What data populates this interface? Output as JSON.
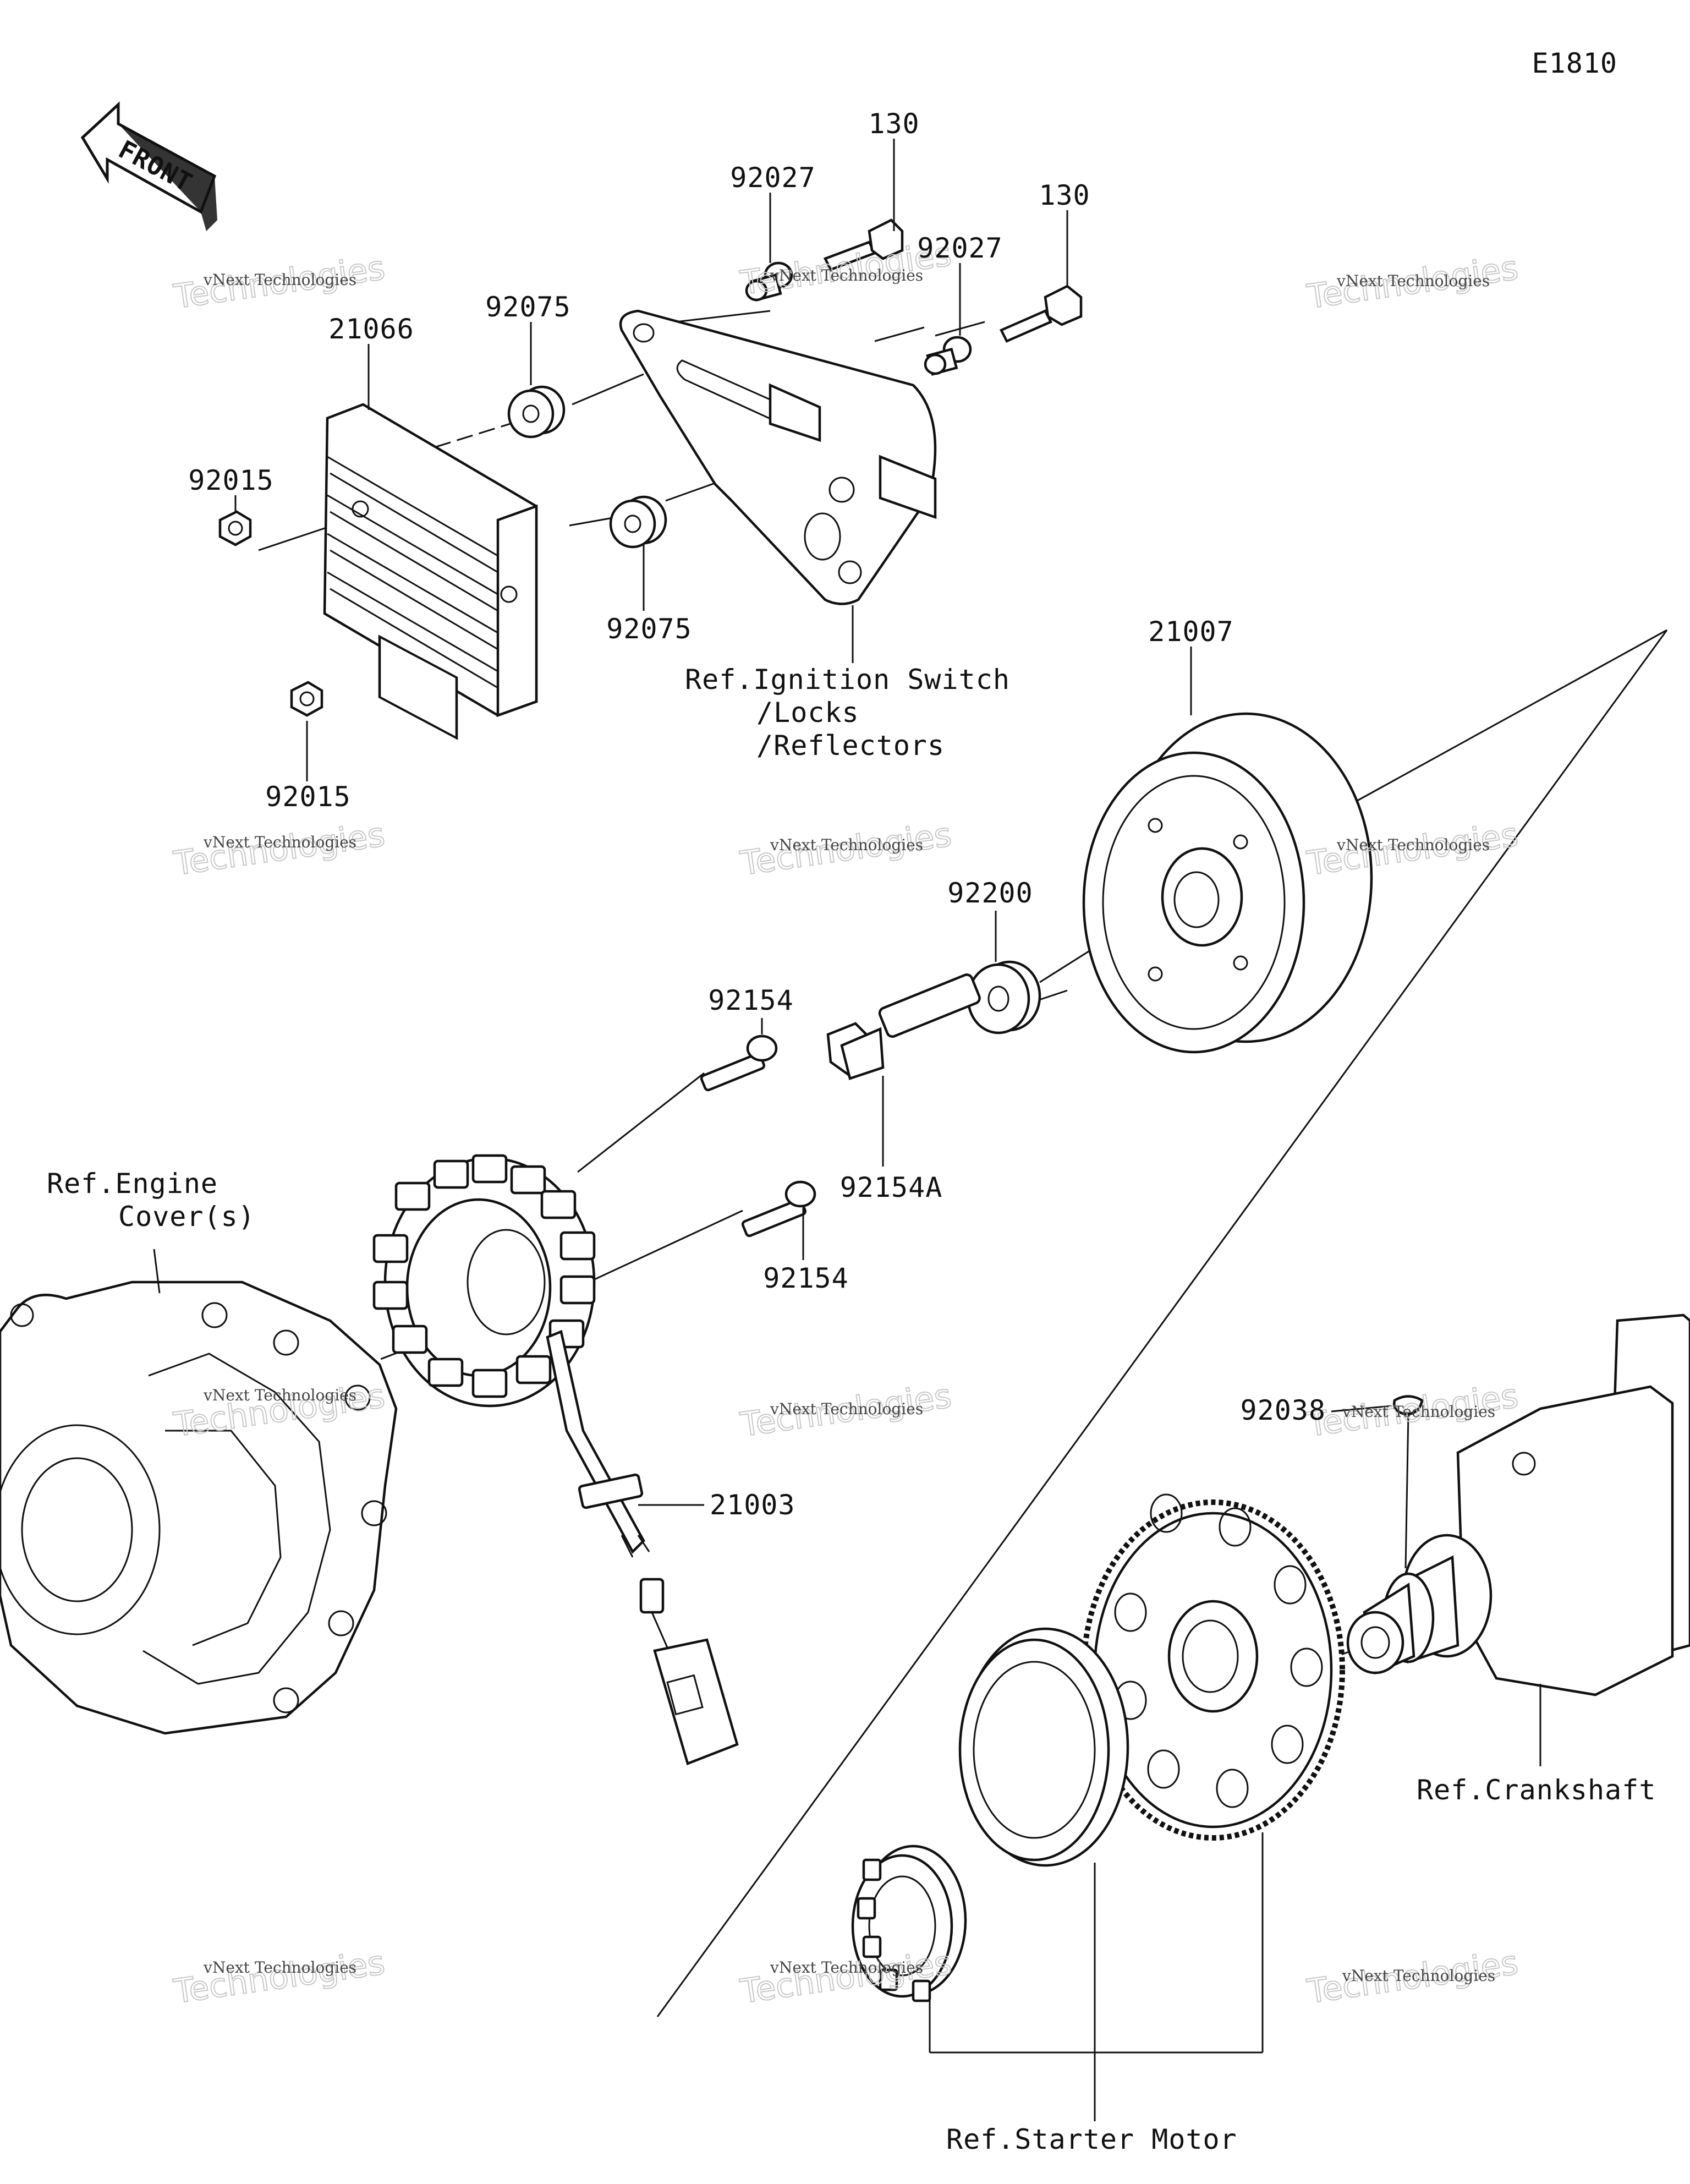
{
  "diagram_code": "E1810",
  "front_arrow_label": "FRONT",
  "watermark": {
    "company": "vNext Technologies",
    "line1": "vNext",
    "line2": "Technologies"
  },
  "part_labels": {
    "p130_a": "130",
    "p130_b": "130",
    "p92027_a": "92027",
    "p92027_b": "92027",
    "p92075_a": "92075",
    "p92075_b": "92075",
    "p21066": "21066",
    "p92015_a": "92015",
    "p92015_b": "92015",
    "p21007": "21007",
    "p92200": "92200",
    "p92154_a": "92154",
    "p92154_b": "92154",
    "p92154A": "92154A",
    "p21003": "21003",
    "p92038": "92038"
  },
  "references": {
    "ignition_line1": "Ref.Ignition Switch",
    "ignition_line2": "/Locks",
    "ignition_line3": "/Reflectors",
    "engine_line1": "Ref.Engine",
    "engine_line2": "Cover(s)",
    "crankshaft": "Ref.Crankshaft",
    "starter_motor": "Ref.Starter Motor"
  }
}
